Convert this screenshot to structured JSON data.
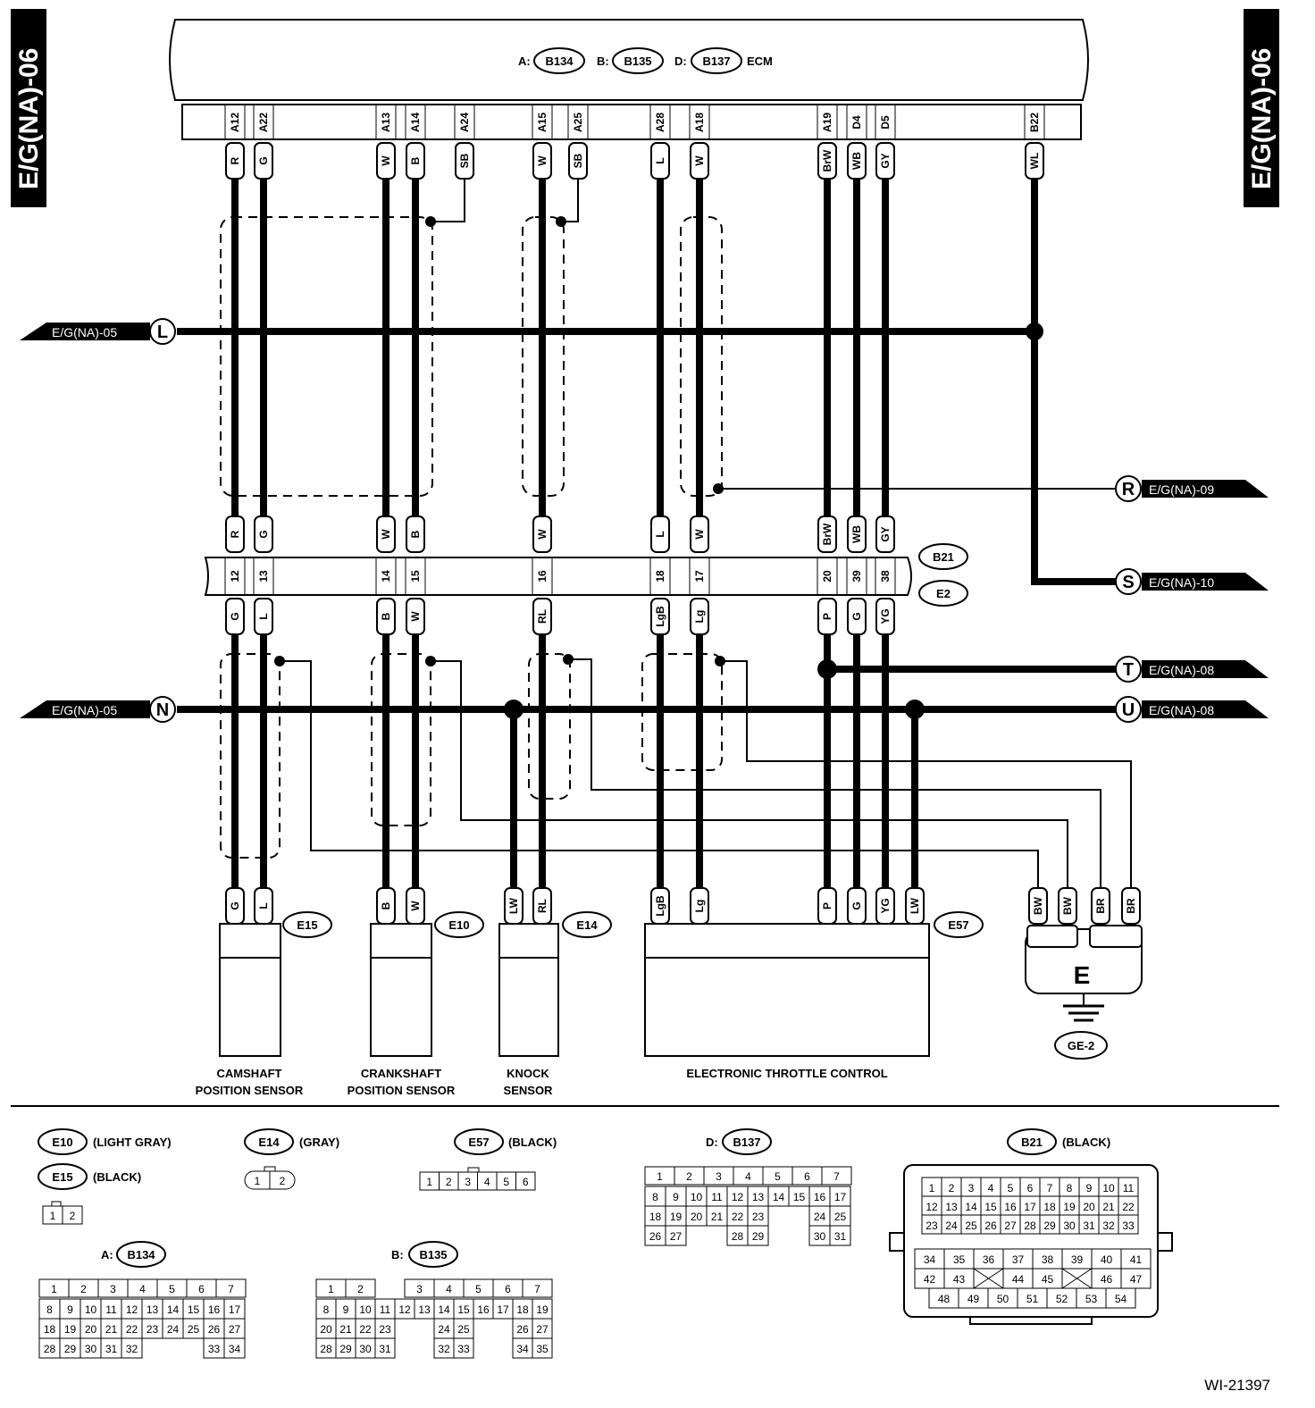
{
  "page": {
    "ref_left": "E/G(NA)-06",
    "ref_right": "E/G(NA)-06",
    "figure_id": "WI-21397"
  },
  "ecm": {
    "conn_a_prefix": "A:",
    "conn_a": "B134",
    "conn_b_prefix": "B:",
    "conn_b": "B135",
    "conn_d_prefix": "D:",
    "conn_d": "B137",
    "name": "ECM",
    "pins": [
      "A12",
      "A22",
      "A13",
      "A14",
      "A24",
      "A15",
      "A25",
      "A28",
      "A18",
      "A19",
      "D4",
      "D5",
      "B22"
    ],
    "pin_colors": [
      "R",
      "G",
      "W",
      "B",
      "SB",
      "W",
      "SB",
      "L",
      "W",
      "BrW",
      "WB",
      "GY",
      "WL"
    ]
  },
  "refs": {
    "L": {
      "letter": "L",
      "label": "E/G(NA)-05"
    },
    "N": {
      "letter": "N",
      "label": "E/G(NA)-05"
    },
    "R": {
      "letter": "R",
      "label": "E/G(NA)-09"
    },
    "S": {
      "letter": "S",
      "label": "E/G(NA)-10"
    },
    "T": {
      "letter": "T",
      "label": "E/G(NA)-08"
    },
    "U": {
      "letter": "U",
      "label": "E/G(NA)-08"
    }
  },
  "b21_joint": {
    "upper": "B21",
    "lower": "E2",
    "top_colors": [
      "R",
      "G",
      "W",
      "B",
      "W",
      "L",
      "W",
      "BrW",
      "WB",
      "GY"
    ],
    "pins": [
      "12",
      "13",
      "14",
      "15",
      "16",
      "18",
      "17",
      "20",
      "39",
      "38"
    ],
    "bottom_colors": [
      "G",
      "L",
      "B",
      "W",
      "RL",
      "LgB",
      "Lg",
      "P",
      "G",
      "YG"
    ]
  },
  "components": {
    "e15": {
      "id": "E15",
      "colors": [
        "G",
        "L"
      ],
      "pins": [
        "1",
        "2"
      ],
      "name_1": "CAMSHAFT",
      "name_2": "POSITION SENSOR"
    },
    "e10": {
      "id": "E10",
      "colors": [
        "B",
        "W"
      ],
      "pins": [
        "1",
        "2"
      ],
      "name_1": "CRANKSHAFT",
      "name_2": "POSITION SENSOR"
    },
    "e14": {
      "id": "E14",
      "colors": [
        "LW",
        "RL"
      ],
      "pins": [
        "2",
        "1"
      ],
      "name_1": "KNOCK",
      "name_2": "SENSOR"
    },
    "e57": {
      "id": "E57",
      "colors": [
        "LgB",
        "Lg",
        "P",
        "G",
        "YG",
        "LW"
      ],
      "pins": [
        "4",
        "6",
        "5",
        "1",
        "2",
        "3"
      ],
      "name_1": "ELECTRONIC THROTTLE CONTROL"
    }
  },
  "ground": {
    "letter": "E",
    "colors": [
      "BW",
      "BW",
      "BR",
      "BR"
    ],
    "id": "GE-2"
  },
  "legend": {
    "e10": {
      "id": "E10",
      "color": "(LIGHT GRAY)"
    },
    "e15": {
      "id": "E15",
      "color": "(BLACK)"
    },
    "e14": {
      "id": "E14",
      "color": "(GRAY)"
    },
    "e57": {
      "id": "E57",
      "color": "(BLACK)"
    },
    "d": {
      "prefix": "D:",
      "id": "B137"
    },
    "b21": {
      "id": "B21",
      "color": "(BLACK)"
    },
    "a": {
      "prefix": "A:",
      "id": "B134"
    },
    "b": {
      "prefix": "B:",
      "id": "B135"
    }
  },
  "grids": {
    "e10_e15": [
      [
        "1",
        "2"
      ]
    ],
    "e14": [
      [
        "1",
        "2"
      ]
    ],
    "e57": [
      [
        "1",
        "2",
        "3",
        "4",
        "5",
        "6"
      ]
    ],
    "d_b137": [
      [
        "1",
        "2",
        "3",
        "4",
        "5",
        "6",
        "7"
      ],
      [
        "8",
        "9",
        "10",
        "11",
        "12",
        "13",
        "14",
        "15",
        "16",
        "17"
      ],
      [
        "18",
        "19",
        "20",
        "21",
        "22",
        "23",
        "",
        "",
        "24",
        "25"
      ],
      [
        "26",
        "27",
        "",
        "",
        "28",
        "29",
        "",
        "",
        "30",
        "31"
      ]
    ],
    "b21": [
      [
        "1",
        "2",
        "3",
        "4",
        "5",
        "6",
        "7",
        "8",
        "9",
        "10",
        "11"
      ],
      [
        "12",
        "13",
        "14",
        "15",
        "16",
        "17",
        "18",
        "19",
        "20",
        "21",
        "22"
      ],
      [
        "23",
        "24",
        "25",
        "26",
        "27",
        "28",
        "29",
        "30",
        "31",
        "32",
        "33"
      ],
      [
        "34",
        "35",
        "36",
        "37",
        "38",
        "39",
        "40",
        "41"
      ],
      [
        "42",
        "43",
        "",
        "44",
        "45",
        "",
        "46",
        "47"
      ],
      [
        "48",
        "49",
        "50",
        "51",
        "52",
        "53",
        "54"
      ]
    ],
    "a_b134": [
      [
        "1",
        "2",
        "3",
        "4",
        "5",
        "6",
        "7"
      ],
      [
        "8",
        "9",
        "10",
        "11",
        "12",
        "13",
        "14",
        "15",
        "16",
        "17"
      ],
      [
        "18",
        "19",
        "20",
        "21",
        "22",
        "23",
        "24",
        "25",
        "26",
        "27"
      ],
      [
        "28",
        "29",
        "30",
        "31",
        "32",
        "",
        "",
        "",
        "33",
        "34"
      ]
    ],
    "b_b135": [
      [
        "1",
        "2",
        "",
        "3",
        "4",
        "5",
        "6",
        "7"
      ],
      [
        "8",
        "9",
        "10",
        "11",
        "12",
        "13",
        "14",
        "15",
        "16",
        "17",
        "18",
        "19"
      ],
      [
        "20",
        "21",
        "22",
        "23",
        "",
        "",
        "24",
        "25",
        "",
        "",
        "26",
        "27"
      ],
      [
        "28",
        "29",
        "30",
        "31",
        "",
        "",
        "32",
        "33",
        "",
        "",
        "34",
        "35"
      ]
    ]
  }
}
